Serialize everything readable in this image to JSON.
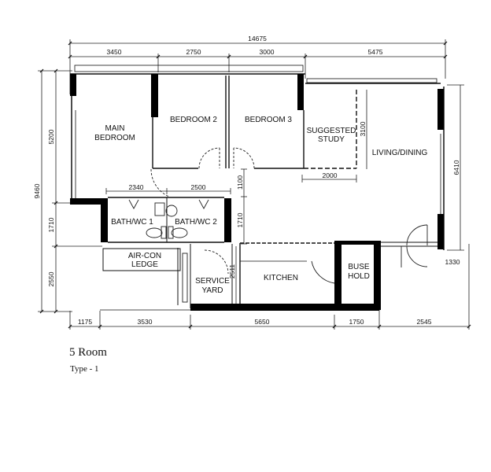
{
  "caption": {
    "title": "5 Room",
    "subtitle": "Type - 1"
  },
  "rooms": {
    "main_bedroom": [
      "MAIN",
      "BEDROOM"
    ],
    "bedroom_2": "BEDROOM  2",
    "bedroom_3": "BEDROOM  3",
    "suggested_study": [
      "SUGGESTED",
      "STUDY"
    ],
    "living_dining": "LIVING/DINING",
    "bath_wc_1": "BATH/WC 1",
    "bath_wc_2": "BATH/WC  2",
    "aircon_ledge": [
      "AIR-CON",
      "LEDGE"
    ],
    "service_yard": [
      "SERVICE",
      "YARD"
    ],
    "kitchen": "KITCHEN",
    "household_shelter": [
      "BUSE",
      "HOLD"
    ]
  },
  "dimensions": {
    "top_total": "14675",
    "top_segments": [
      "3450",
      "2750",
      "3000",
      "5475"
    ],
    "bottom_segments": [
      "1175",
      "3530",
      "5650",
      "1750",
      "2545"
    ],
    "left_total": "9460",
    "left_segments": [
      "5200",
      "1710",
      "2550"
    ],
    "right_living": "6410",
    "study_height": "3100",
    "study_width": "2000",
    "bath_widths": [
      "2340",
      "2500"
    ],
    "corridor_height": "1100",
    "bath_height": "1710",
    "kitchen_depth": "2511",
    "door_small": "1330"
  },
  "colors": {
    "wall": "#000000",
    "line": "#222222",
    "background": "#ffffff"
  }
}
